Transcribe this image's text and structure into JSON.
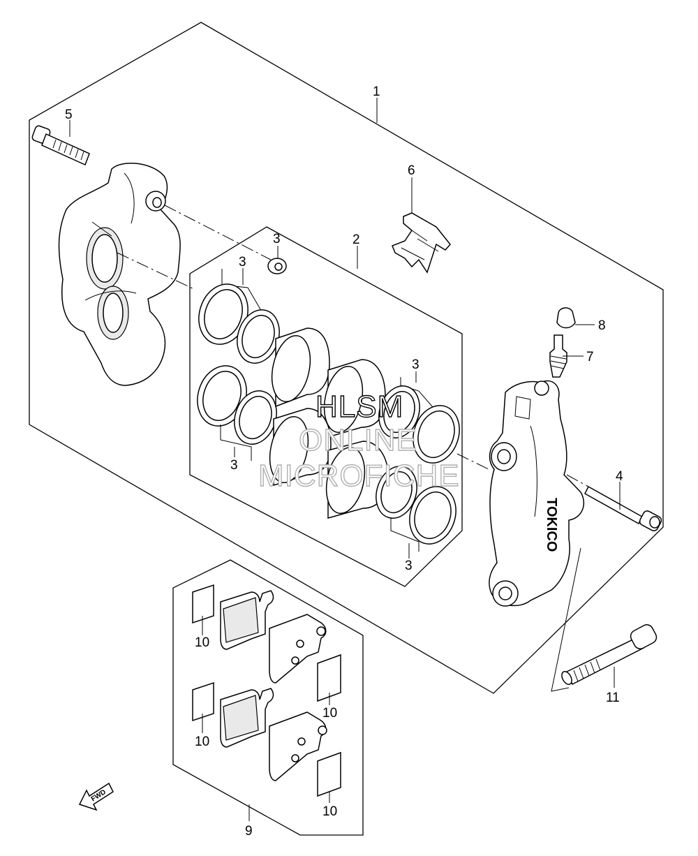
{
  "callouts": {
    "c1": "1",
    "c2": "2",
    "c3a": "3",
    "c3b": "3",
    "c3c": "3",
    "c3d": "3",
    "c3e": "3",
    "c4": "4",
    "c5": "5",
    "c6": "6",
    "c7": "7",
    "c8": "8",
    "c9": "9",
    "c10a": "10",
    "c10b": "10",
    "c10c": "10",
    "c10d": "10",
    "c11": "11"
  },
  "watermark": {
    "line1": "HLSM",
    "line2": "ONLINE",
    "line3": "MICROFICHE"
  },
  "caliper_brand": "TOKICO",
  "fwd_label": "FWD",
  "icons": [
    "fwd-arrow-icon"
  ]
}
